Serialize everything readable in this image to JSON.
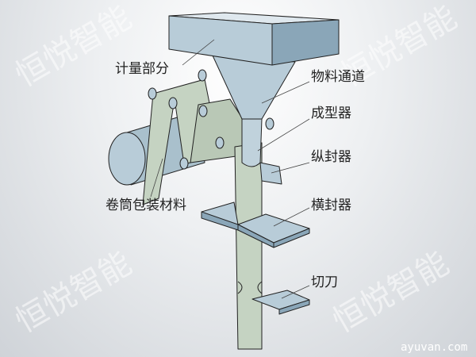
{
  "labels": {
    "metering": "计量部分",
    "material_channel": "物料通道",
    "former": "成型器",
    "vertical_sealer": "纵封器",
    "horizontal_sealer": "横封器",
    "cutter": "切刀",
    "roll_material": "卷筒包装材料"
  },
  "watermark": "恒悦智能",
  "site": "ayuvan.com",
  "colors": {
    "metal": "#b8ccd8",
    "metal_dark": "#8aa6b8",
    "film": "#c5d3c2",
    "outline": "#222"
  }
}
